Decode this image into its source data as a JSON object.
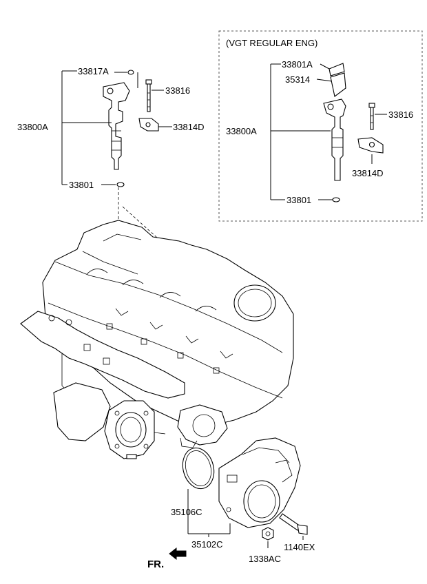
{
  "variant_box": {
    "title": "(VGT REGULAR ENG)"
  },
  "labels": {
    "top_33817A": "33817A",
    "top_33816": "33816",
    "top_33800A": "33800A",
    "top_33814D": "33814D",
    "top_33801": "33801",
    "vgt_33801A": "33801A",
    "vgt_35314": "35314",
    "vgt_33816": "33816",
    "vgt_33800A": "33800A",
    "vgt_33814D": "33814D",
    "vgt_33801": "33801",
    "bot_35106C": "35106C",
    "bot_35102C": "35102C",
    "bot_1140EX": "1140EX",
    "bot_1338AC": "1338AC",
    "fr": "FR."
  }
}
